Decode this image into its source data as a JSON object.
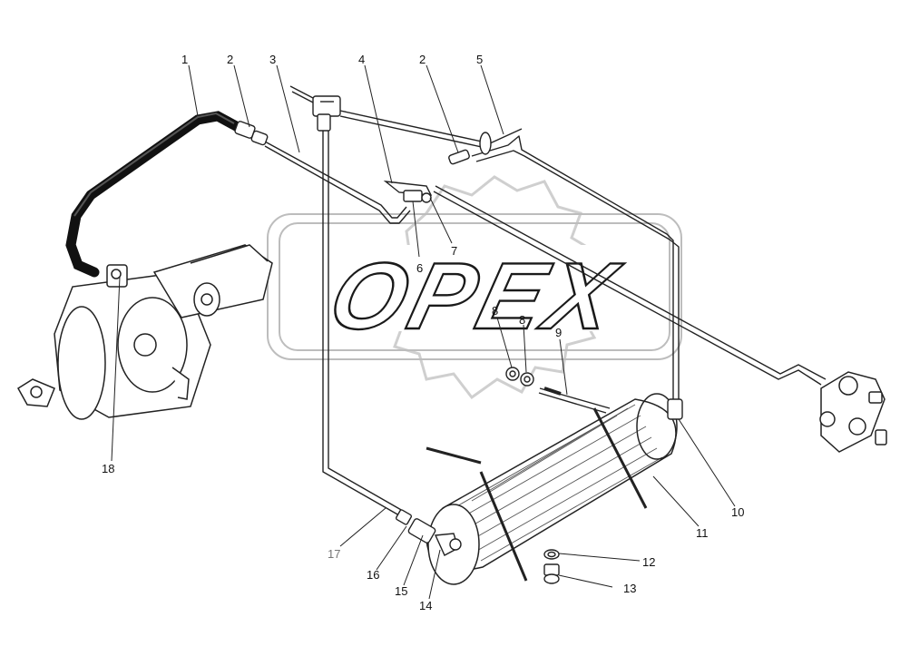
{
  "watermark": {
    "text": "OPEX"
  },
  "callouts": [
    {
      "id": "c1",
      "text": "1"
    },
    {
      "id": "c2a",
      "text": "2"
    },
    {
      "id": "c3",
      "text": "3"
    },
    {
      "id": "c4",
      "text": "4"
    },
    {
      "id": "c2b",
      "text": "2"
    },
    {
      "id": "c5",
      "text": "5"
    },
    {
      "id": "c6",
      "text": "6"
    },
    {
      "id": "c7",
      "text": "7"
    },
    {
      "id": "c8a",
      "text": "8"
    },
    {
      "id": "c8b",
      "text": "8"
    },
    {
      "id": "c9",
      "text": "9"
    },
    {
      "id": "c10",
      "text": "10"
    },
    {
      "id": "c11",
      "text": "11"
    },
    {
      "id": "c12",
      "text": "12"
    },
    {
      "id": "c13",
      "text": "13"
    },
    {
      "id": "c14",
      "text": "14"
    },
    {
      "id": "c15",
      "text": "15"
    },
    {
      "id": "c16",
      "text": "16"
    },
    {
      "id": "c17",
      "text": "17"
    },
    {
      "id": "c18",
      "text": "18"
    }
  ]
}
